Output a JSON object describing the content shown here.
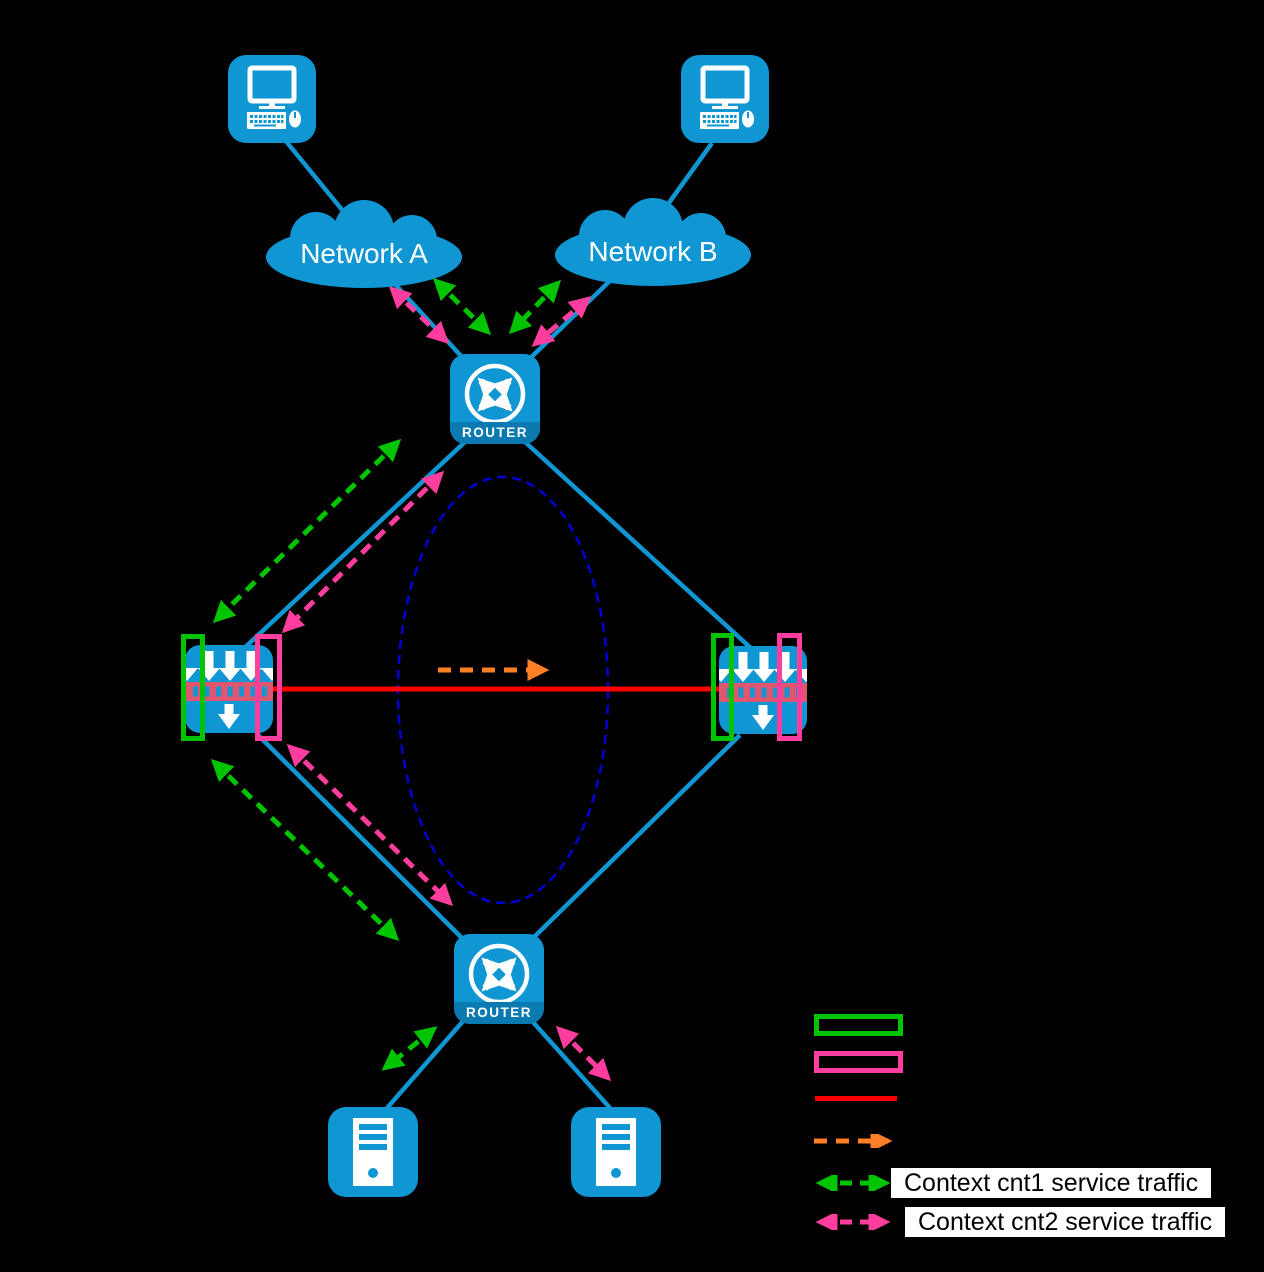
{
  "diagram": {
    "kind": "network-topology",
    "nodes": {
      "pc_a": {
        "icon": "pc-icon"
      },
      "pc_b": {
        "icon": "pc-icon"
      },
      "network_a": {
        "label": "Network A",
        "icon": "cloud-icon"
      },
      "network_b": {
        "label": "Network B",
        "icon": "cloud-icon"
      },
      "router_top": {
        "label": "ROUTER",
        "icon": "router-icon"
      },
      "router_bottom": {
        "label": "ROUTER",
        "icon": "router-icon"
      },
      "firewall_left": {
        "icon": "firewall-icon"
      },
      "firewall_right": {
        "icon": "firewall-icon"
      },
      "server_left": {
        "icon": "server-icon"
      },
      "server_right": {
        "icon": "server-icon"
      }
    }
  },
  "legend": {
    "items": [
      {
        "swatch": "green-rectangle-outline",
        "label": ""
      },
      {
        "swatch": "pink-rectangle-outline",
        "label": ""
      },
      {
        "swatch": "red-solid-line",
        "label": ""
      },
      {
        "swatch": "orange-dashed-arrow",
        "label": ""
      },
      {
        "swatch": "green-dashed-double-arrow",
        "label": "Context cnt1 service traffic"
      },
      {
        "swatch": "pink-dashed-double-arrow",
        "label": "Context cnt2 service traffic"
      }
    ]
  },
  "colors": {
    "node_blue": "#1096d3",
    "router_band_blue": "#0b7ab0",
    "cnt1_green": "#00c400",
    "cnt2_pink": "#ff3d9e",
    "red_link": "#ff0000",
    "orange_arrow": "#ff7f27",
    "ellipse_blue": "#0000dd",
    "firewall_wall_rose": "#e0566e"
  }
}
